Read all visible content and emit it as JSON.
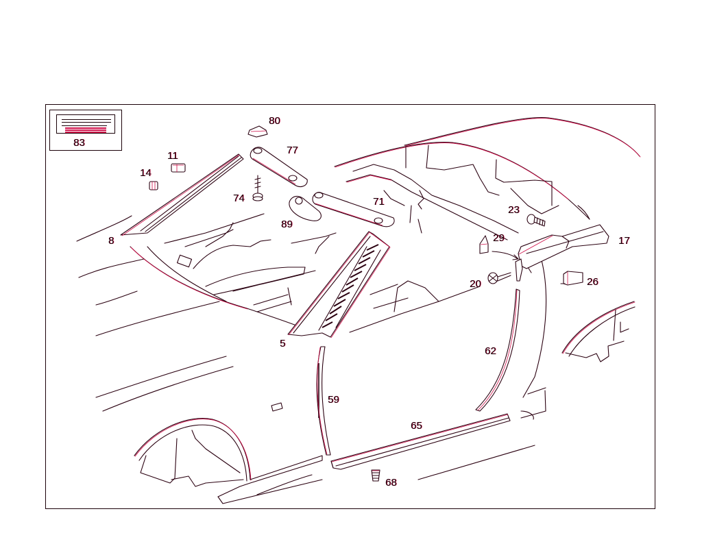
{
  "diagram": {
    "type": "exploded-parts-diagram",
    "subject": "vehicle interior trim - windshield pillar, sun visors, door sill and seals",
    "colors": {
      "line": "#2a0010",
      "line_accent": "#d0104a",
      "background": "#ffffff"
    },
    "legend": {
      "label": "83"
    },
    "callouts": [
      {
        "id": "5",
        "label": "5",
        "part": "windshield-pillar-trim"
      },
      {
        "id": "8",
        "label": "8",
        "part": "a-pillar-cover"
      },
      {
        "id": "11",
        "label": "11",
        "part": "clip"
      },
      {
        "id": "14",
        "label": "14",
        "part": "clip"
      },
      {
        "id": "17",
        "label": "17",
        "part": "roof-frame-trim"
      },
      {
        "id": "20",
        "label": "20",
        "part": "screw"
      },
      {
        "id": "23",
        "label": "23",
        "part": "bolt"
      },
      {
        "id": "26",
        "label": "26",
        "part": "clip"
      },
      {
        "id": "29",
        "label": "29",
        "part": "clip"
      },
      {
        "id": "59",
        "label": "59",
        "part": "front-door-seal"
      },
      {
        "id": "62",
        "label": "62",
        "part": "rear-pillar-seal"
      },
      {
        "id": "65",
        "label": "65",
        "part": "door-sill-trim"
      },
      {
        "id": "68",
        "label": "68",
        "part": "expansion-rivet"
      },
      {
        "id": "71",
        "label": "71",
        "part": "sun-visor-right"
      },
      {
        "id": "74",
        "label": "74",
        "part": "sun-visor-left"
      },
      {
        "id": "77",
        "label": "77",
        "part": "screw"
      },
      {
        "id": "80",
        "label": "80",
        "part": "clip"
      },
      {
        "id": "89",
        "label": "89",
        "part": "visor-mount"
      }
    ]
  }
}
